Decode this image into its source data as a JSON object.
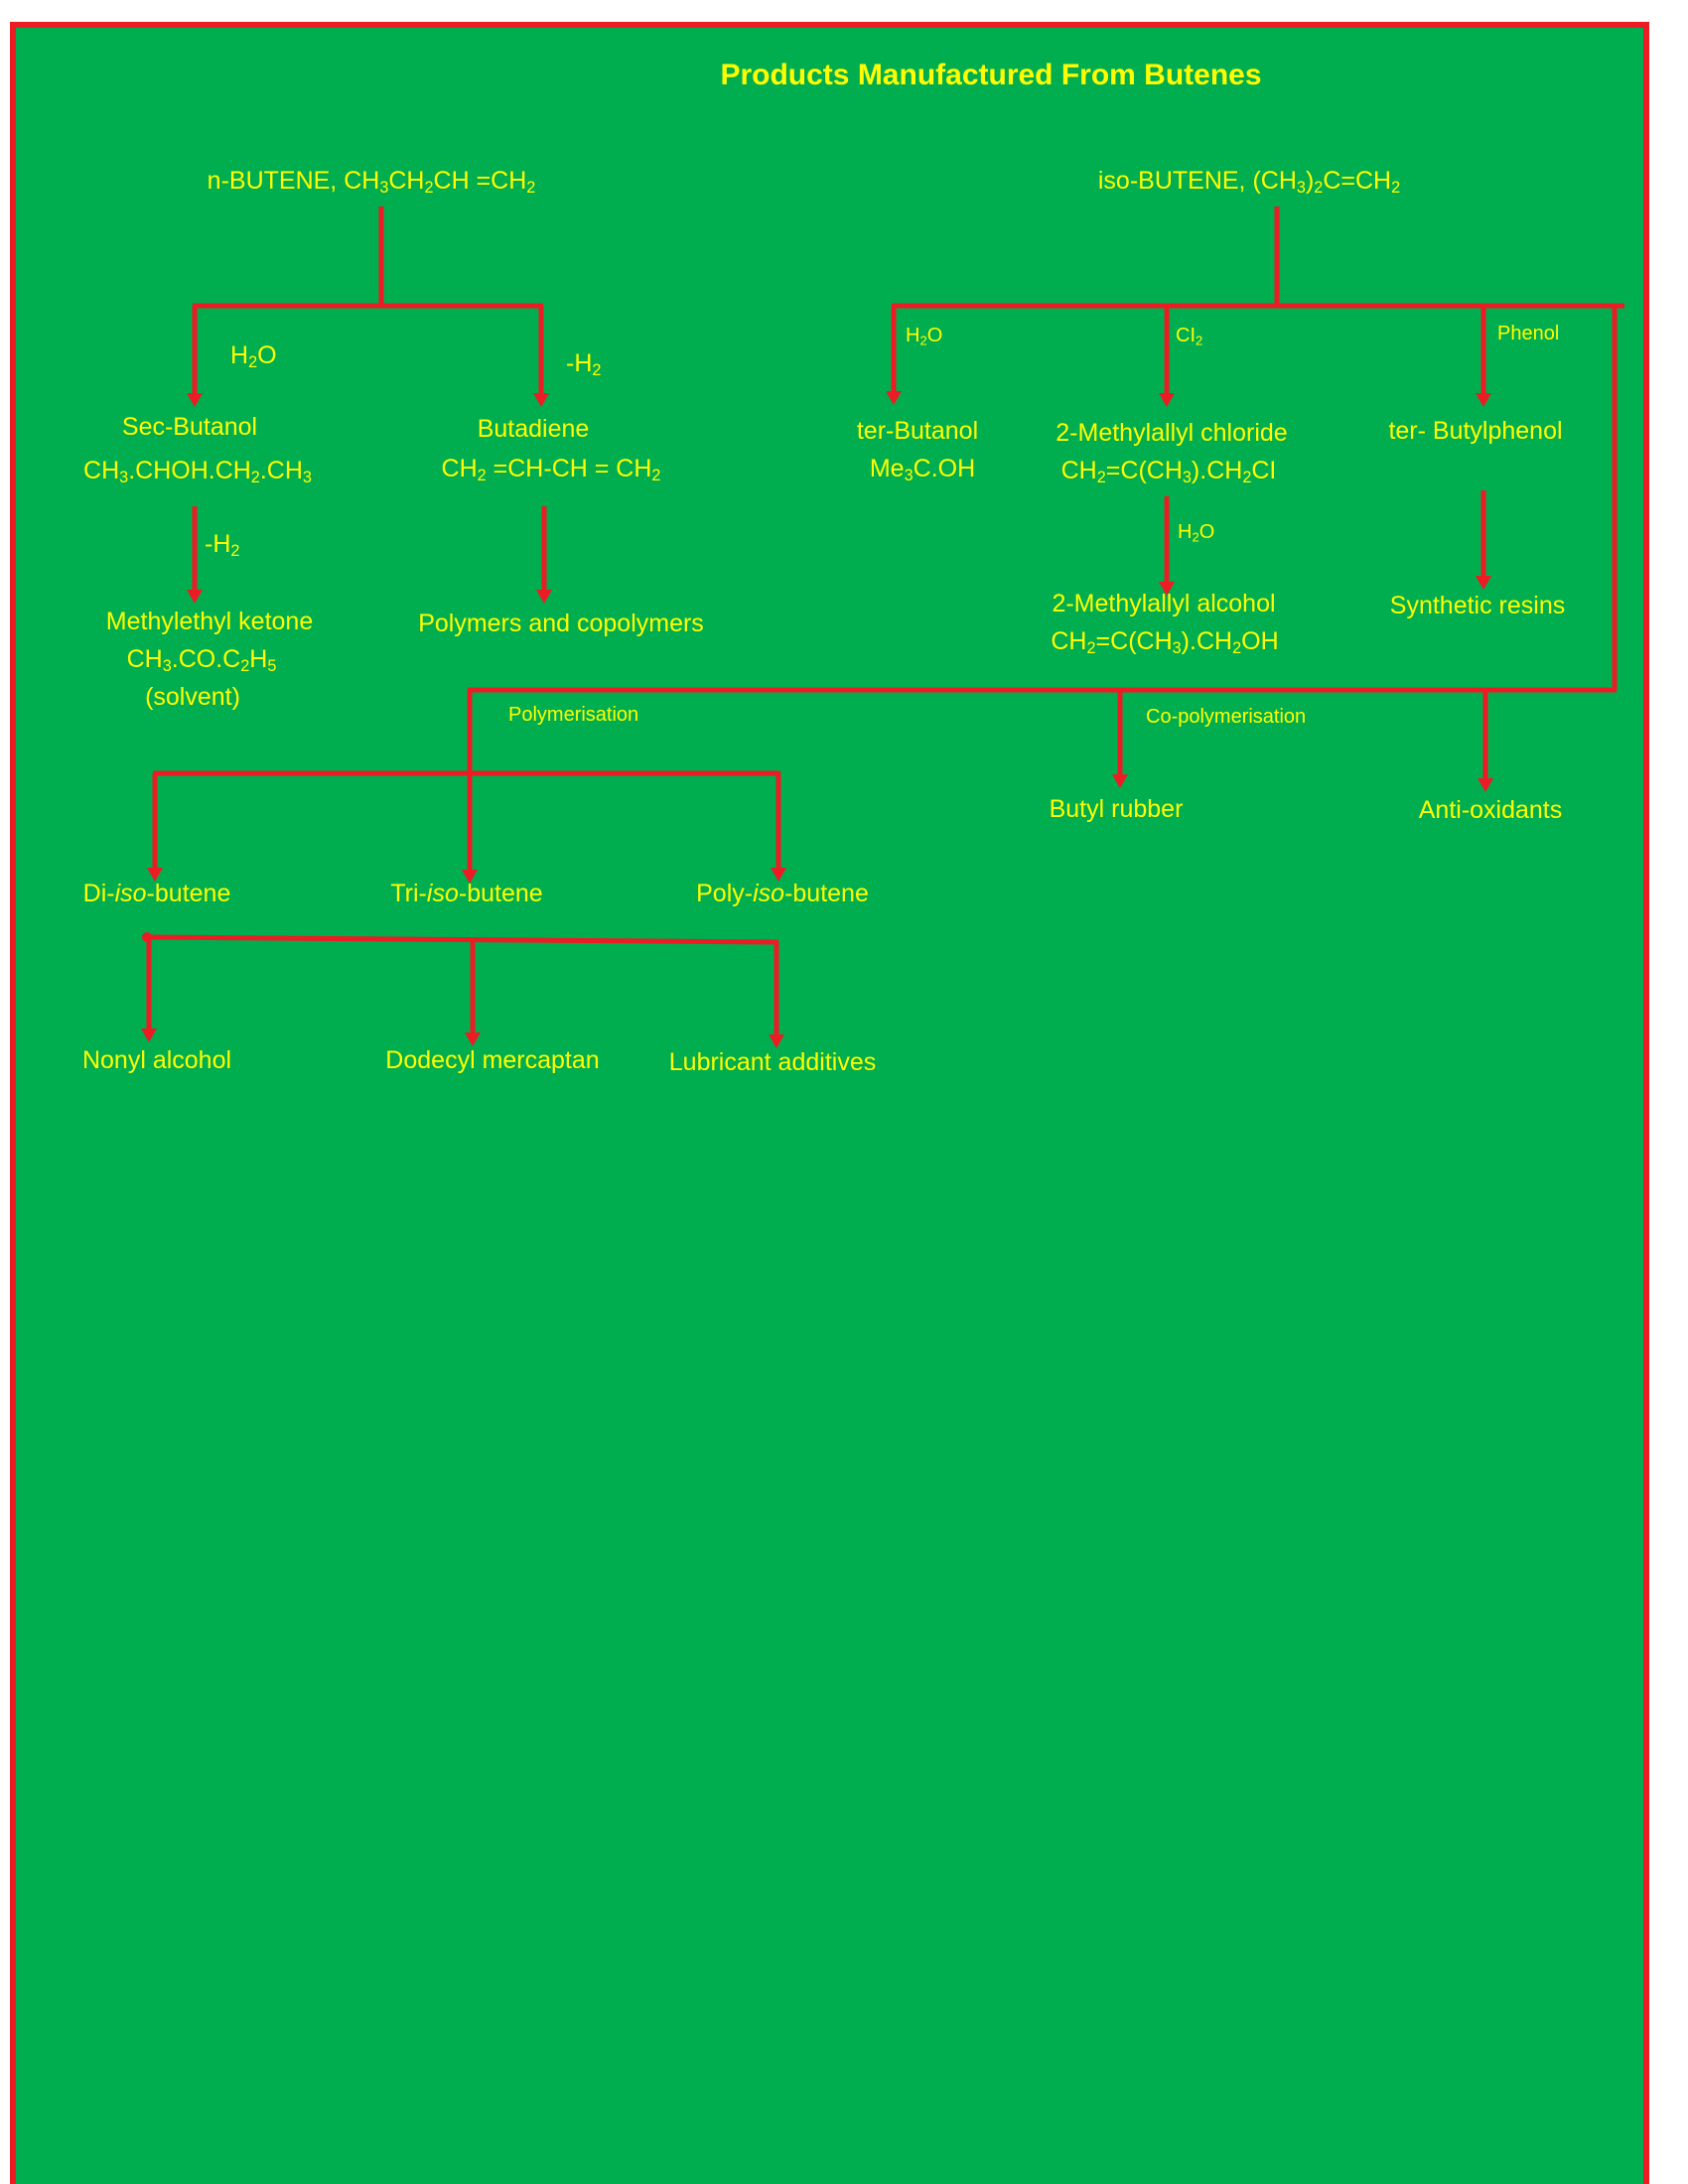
{
  "title": "Products Manufactured From Butenes",
  "colors": {
    "background": "#00ae4f",
    "lines": "#ec1c24",
    "text": "#ffff00"
  },
  "nodes": {
    "n_butene": [
      "n-BUTENE,  CH",
      "3",
      "CH",
      "2",
      "CH =CH",
      "2"
    ],
    "iso_butene": [
      "iso-BUTENE,  (CH",
      "3",
      ")",
      "2",
      "C=CH",
      "2"
    ],
    "sec_butanol_name": "Sec-Butanol",
    "sec_butanol_formula": [
      "CH",
      "3",
      ".CHOH.CH",
      "2",
      ".CH",
      "3"
    ],
    "butadiene_name": "Butadiene",
    "butadiene_formula": [
      "CH",
      "2",
      " =CH-CH = CH",
      "2"
    ],
    "mek_name": "Methylethyl  ketone",
    "mek_formula": [
      "CH",
      "3",
      ".CO.C",
      "2",
      "H",
      "5"
    ],
    "mek_note": "(solvent)",
    "polymers": "Polymers and copolymers",
    "ter_butanol_name": "ter-Butanol",
    "ter_butanol_formula": [
      "Me",
      "3",
      "C.OH"
    ],
    "methylallyl_chloride_name": "2-Methylallyl  chloride",
    "methylallyl_chloride_formula": [
      "CH",
      "2",
      "=C(CH",
      "3",
      ").CH",
      "2",
      "CI"
    ],
    "ter_butylphenol": "ter- Butylphenol",
    "methylallyl_alcohol_name": "2-Methylallyl alcohol",
    "methylallyl_alcohol_formula": [
      "CH",
      "2",
      "=C(CH",
      "3",
      ").CH",
      "2",
      "OH"
    ],
    "synthetic_resins": "Synthetic resins",
    "butyl_rubber": "Butyl rubber",
    "anti_oxidants": "Anti-oxidants",
    "di_iso_butene": [
      "Di-",
      "iso",
      "-butene"
    ],
    "tri_iso_butene": [
      "Tri-",
      "iso",
      "-butene"
    ],
    "poly_iso_butene": [
      "Poly-",
      "iso",
      "-butene"
    ],
    "nonyl_alcohol": "Nonyl  alcohol",
    "dodecyl_mercaptan": "Dodecyl mercaptan",
    "lubricant_additives": "Lubricant additives"
  },
  "labels": {
    "h2o_1": [
      "H",
      "2",
      "O"
    ],
    "minus_h2_1": [
      "-H",
      "2"
    ],
    "h2o_2": [
      "H",
      "2",
      "O"
    ],
    "cl2": [
      "CI",
      "2"
    ],
    "phenol": "Phenol",
    "minus_h2_2": [
      "-H",
      "2"
    ],
    "h2o_3": [
      "H",
      "2",
      "O"
    ],
    "polymerisation": "Polymerisation",
    "co_polymerisation": "Co-polymerisation"
  }
}
